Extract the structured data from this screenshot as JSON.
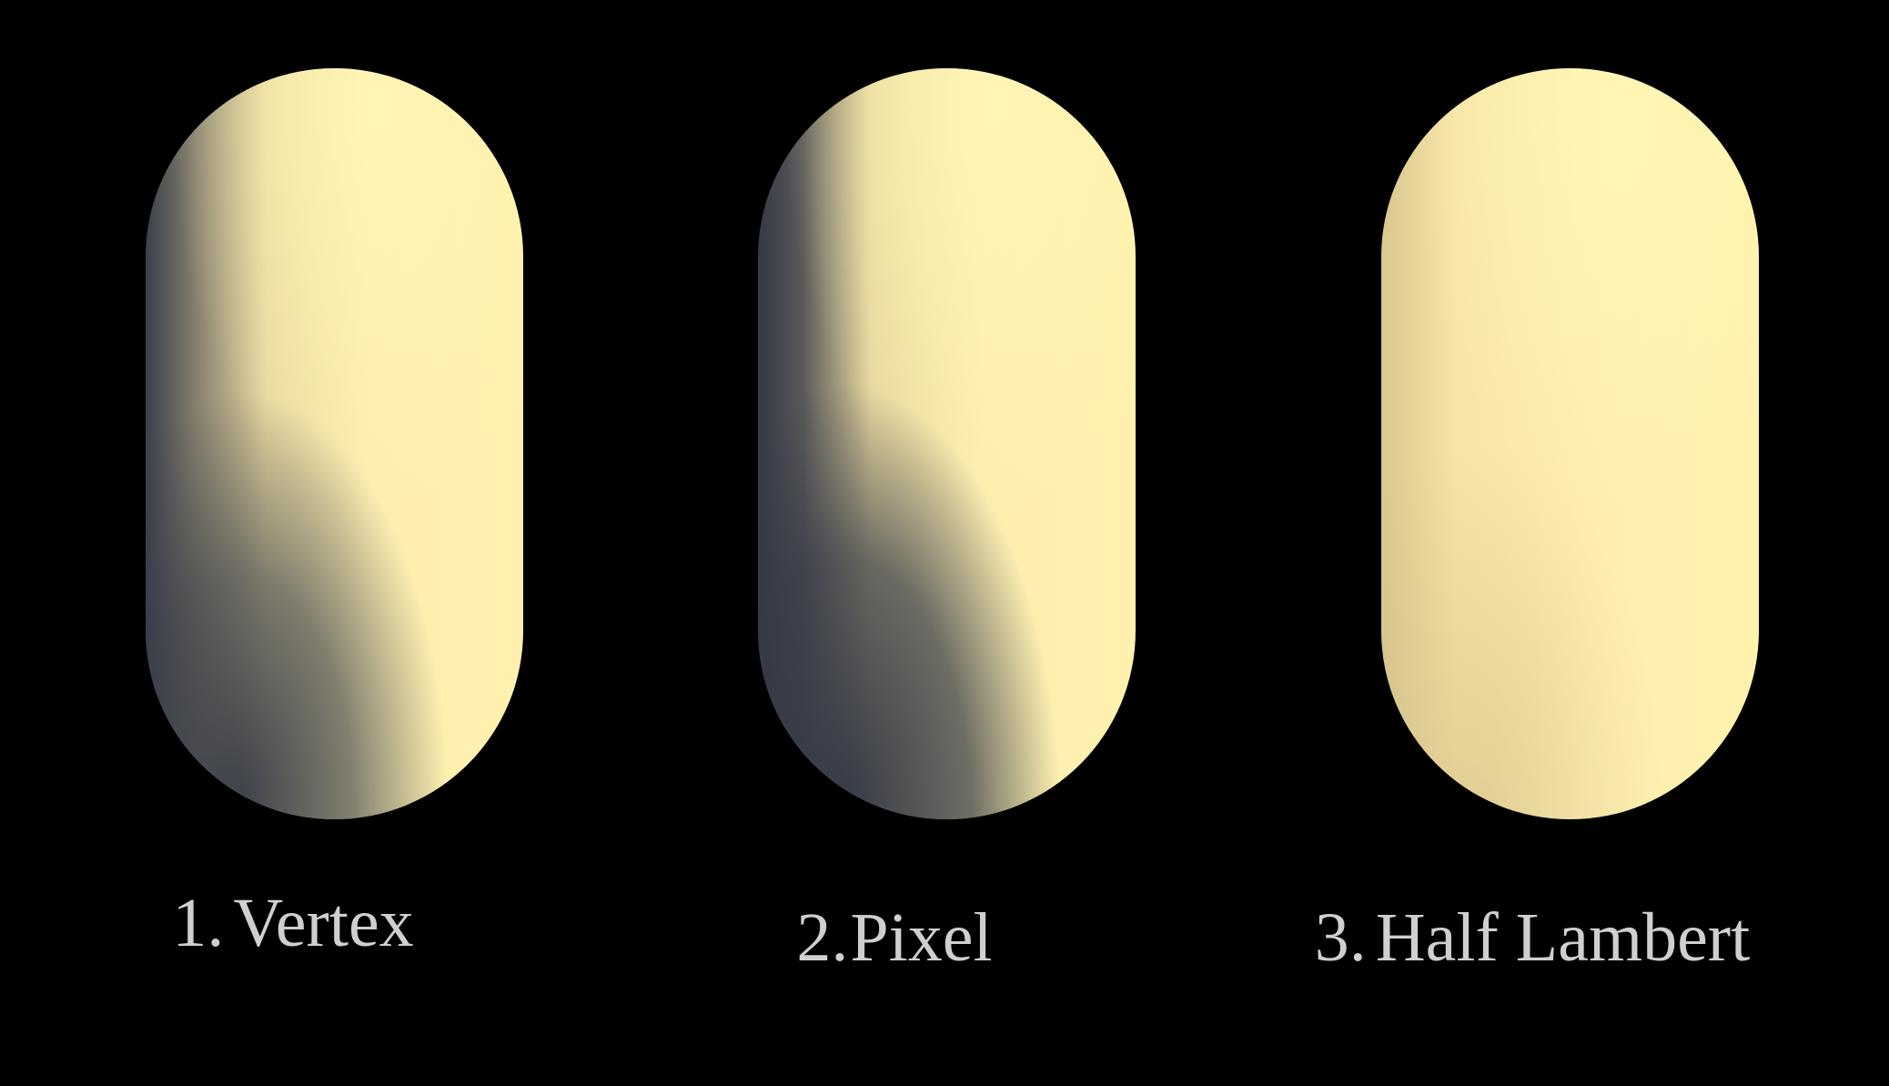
{
  "captions": {
    "vertex": {
      "number": "1.",
      "label": "Vertex"
    },
    "pixel": {
      "number": "2.",
      "label": "Pixel"
    },
    "half_lambert": {
      "number": "3.",
      "label": "Half Lambert"
    }
  },
  "colors": {
    "background": "#000000",
    "capsule_lit": "#fff2ac",
    "capsule_shadow": "#363b47",
    "caption_text": "#cfcfcf"
  }
}
